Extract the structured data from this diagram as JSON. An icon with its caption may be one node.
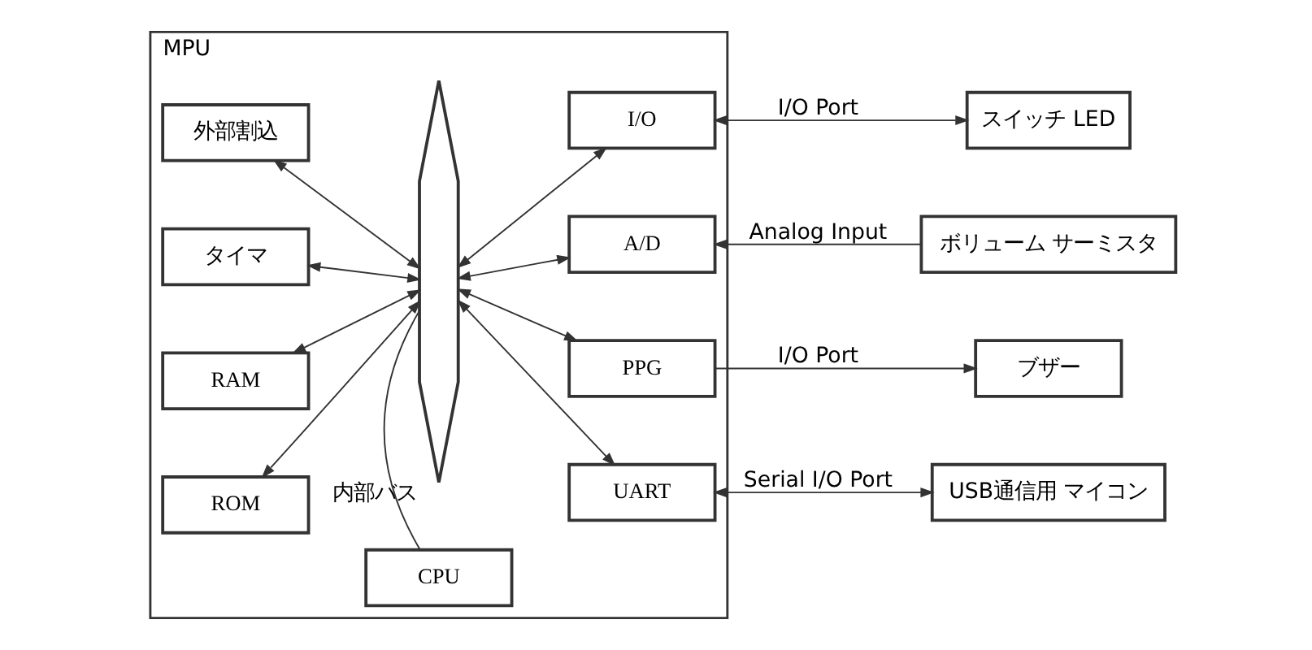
{
  "diagram": {
    "nodes": [
      {
        "text": [
          "MPU"
        ]
      },
      {
        "text": [
          "CPU"
        ],
        "in": 0
      },
      {
        "text": [
          "内部バス"
        ],
        "in": 0
      },
      {
        "text": [
          "ROM"
        ],
        "in": 0
      },
      {
        "text": [
          "RAM"
        ],
        "in": 0
      },
      {
        "text": [
          "タイマ"
        ],
        "in": 0
      },
      {
        "text": [
          "外部割込"
        ],
        "in": 0
      },
      {
        "text": [
          "I/O"
        ],
        "in": 0
      },
      {
        "text": [
          "A/D"
        ],
        "in": 0
      },
      {
        "text": [
          "PPG"
        ],
        "in": 0
      },
      {
        "text": [
          "UART"
        ],
        "in": 0
      },
      {
        "text": [
          "スイッチ LED"
        ]
      },
      {
        "text": [
          "ボリューム サーミスタ"
        ]
      },
      {
        "text": [
          "ブザー"
        ]
      },
      {
        "text": [
          "USB通信用 マイコン"
        ]
      }
    ],
    "edges": [
      {
        "from": 1,
        "to": 2,
        "arrow": "none"
      },
      {
        "from": 3,
        "to": 2,
        "arrow": "both"
      },
      {
        "from": 4,
        "to": 2,
        "arrow": "both"
      },
      {
        "from": 5,
        "to": 2,
        "arrow": "both"
      },
      {
        "from": 6,
        "to": 2,
        "arrow": "both"
      },
      {
        "from": 2,
        "to": 7,
        "arrow": "both"
      },
      {
        "from": 2,
        "to": 8,
        "arrow": "both"
      },
      {
        "from": 2,
        "to": 9,
        "arrow": "both"
      },
      {
        "from": 2,
        "to": 10,
        "arrow": "both"
      },
      {
        "from": 7,
        "to": 11,
        "arrow": "both",
        "label": "I/O Port"
      },
      {
        "from": 12,
        "to": 8,
        "arrow": "to",
        "label": "Analog Input"
      },
      {
        "from": 9,
        "to": 13,
        "arrow": "to",
        "label": "I/O Port"
      },
      {
        "from": 10,
        "to": 14,
        "arrow": "both",
        "label": "Serial I/O Port"
      }
    ]
  }
}
